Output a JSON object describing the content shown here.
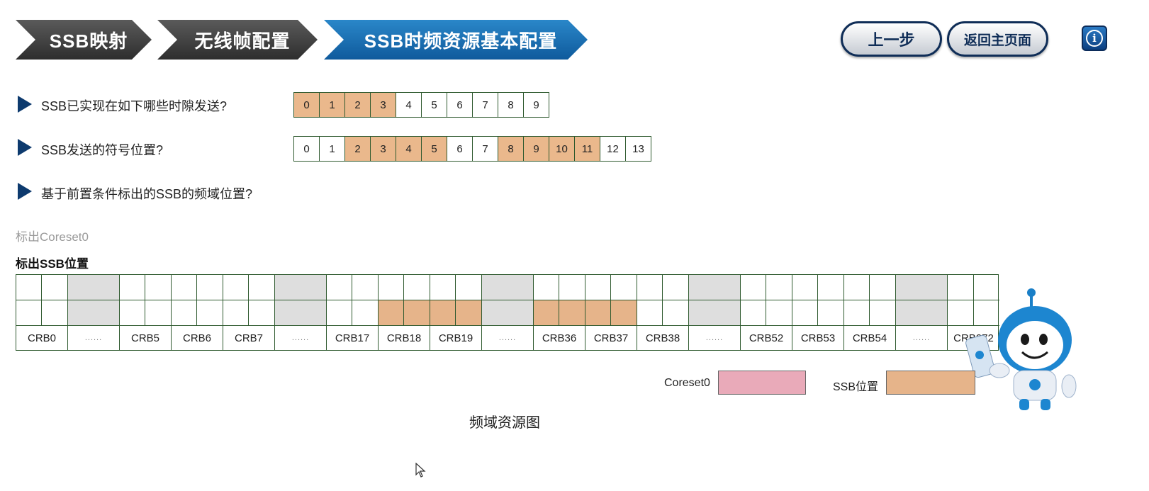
{
  "breadcrumb": {
    "steps": [
      {
        "label": "SSB映射"
      },
      {
        "label": "无线帧配置"
      },
      {
        "label": "SSB时频资源基本配置"
      }
    ]
  },
  "nav": {
    "prev_label": "上一步",
    "home_label": "返回主页面",
    "info_glyph": "i"
  },
  "questions": {
    "q1": {
      "text": "SSB已实现在如下哪些时隙发送?",
      "slots": [
        "0",
        "1",
        "2",
        "3",
        "4",
        "5",
        "6",
        "7",
        "8",
        "9"
      ],
      "selected": [
        0,
        1,
        2,
        3
      ]
    },
    "q2": {
      "text": "SSB发送的符号位置?",
      "slots": [
        "0",
        "1",
        "2",
        "3",
        "4",
        "5",
        "6",
        "7",
        "8",
        "9",
        "10",
        "11",
        "12",
        "13"
      ],
      "selected": [
        2,
        3,
        4,
        5,
        8,
        9,
        10,
        11
      ]
    },
    "q3": {
      "text": "基于前置条件标出的SSB的频域位置?"
    }
  },
  "grid": {
    "label_coreset": "标出Coreset0",
    "label_ssb": "标出SSB位置",
    "columns": [
      {
        "label": "CRB0",
        "type": "crb"
      },
      {
        "label": "......",
        "type": "gap"
      },
      {
        "label": "CRB5",
        "type": "crb"
      },
      {
        "label": "CRB6",
        "type": "crb"
      },
      {
        "label": "CRB7",
        "type": "crb"
      },
      {
        "label": "......",
        "type": "gap"
      },
      {
        "label": "CRB17",
        "type": "crb"
      },
      {
        "label": "CRB18",
        "type": "crb",
        "ssb_row2": true
      },
      {
        "label": "CRB19",
        "type": "crb",
        "ssb_row2": true
      },
      {
        "label": "......",
        "type": "gap"
      },
      {
        "label": "CRB36",
        "type": "crb",
        "ssb_row2": true
      },
      {
        "label": "CRB37",
        "type": "crb",
        "ssb_row2": true
      },
      {
        "label": "CRB38",
        "type": "crb"
      },
      {
        "label": "......",
        "type": "gap"
      },
      {
        "label": "CRB52",
        "type": "crb"
      },
      {
        "label": "CRB53",
        "type": "crb"
      },
      {
        "label": "CRB54",
        "type": "crb"
      },
      {
        "label": "......",
        "type": "gap"
      },
      {
        "label": "CRB272",
        "type": "crb"
      }
    ]
  },
  "legend": {
    "coreset_label": "Coreset0",
    "coreset_color": "#e9aab9",
    "ssb_label": "SSB位置",
    "ssb_color": "#e6b48a"
  },
  "caption": "频域资源图",
  "colors": {
    "slot_selected": "#eab88c",
    "gray_cell": "#dedede",
    "crumb_active": "#1a6fb4",
    "crumb_dark": "#3a3a3a"
  }
}
